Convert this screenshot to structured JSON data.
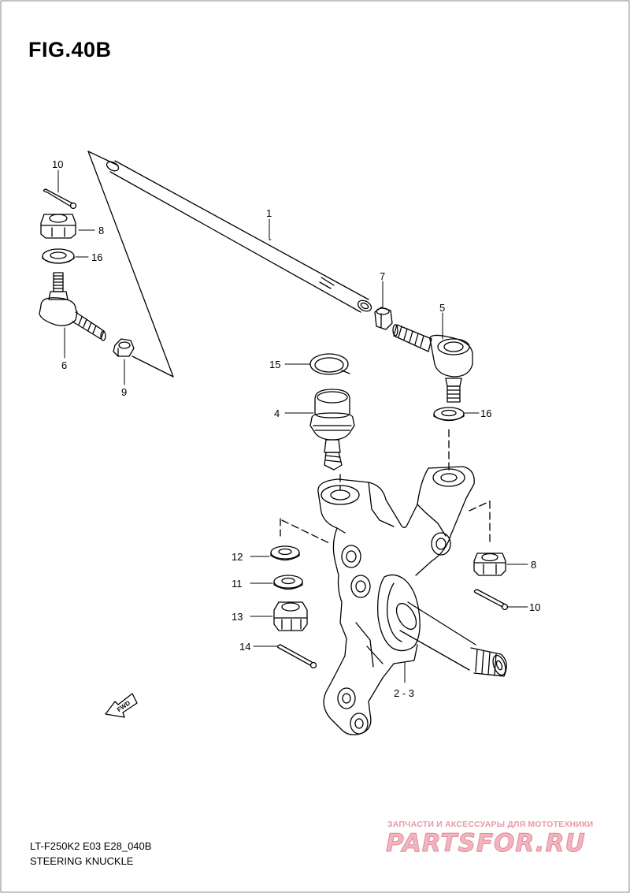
{
  "figure": {
    "title": "FIG.40B"
  },
  "footer": {
    "model_code": "LT-F250K2 E03 E28_040B",
    "section_name": "STEERING KNUCKLE"
  },
  "fwd_label": "FWD",
  "callouts": {
    "c1": "1",
    "c2_3": "2 - 3",
    "c4": "4",
    "c5": "5",
    "c6": "6",
    "c7": "7",
    "c8_left": "8",
    "c8_right": "8",
    "c9": "9",
    "c10_left": "10",
    "c10_right": "10",
    "c11": "11",
    "c12": "12",
    "c13": "13",
    "c14": "14",
    "c15": "15",
    "c16_left": "16",
    "c16_right": "16"
  },
  "watermark": {
    "tagline": "ЗАПЧАСТИ И АКСЕССУАРЫ ДЛЯ МОТОТЕХНИКИ",
    "logo": "PARTSFOR.RU"
  }
}
